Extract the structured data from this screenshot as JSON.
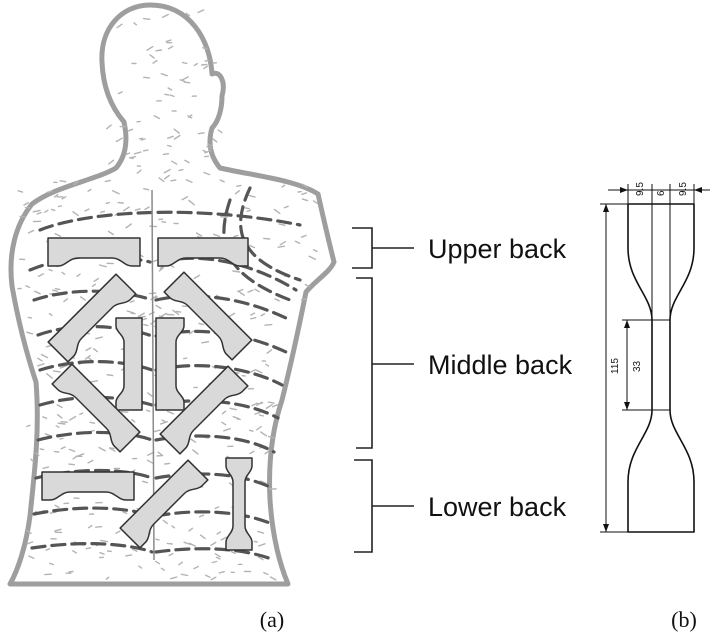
{
  "regions": {
    "upper": "Upper back",
    "middle": "Middle back",
    "lower": "Lower back"
  },
  "captions": {
    "a": "(a)",
    "b": "(b)"
  },
  "dimensions": {
    "side_left": "9.5",
    "center": "6",
    "side_right": "9.5",
    "total_length": "115",
    "gauge_length": "33"
  },
  "colors": {
    "specimen_fill": "#d9d9d9",
    "body_outline": "#9e9e9e",
    "tension_lines": "#555555"
  }
}
